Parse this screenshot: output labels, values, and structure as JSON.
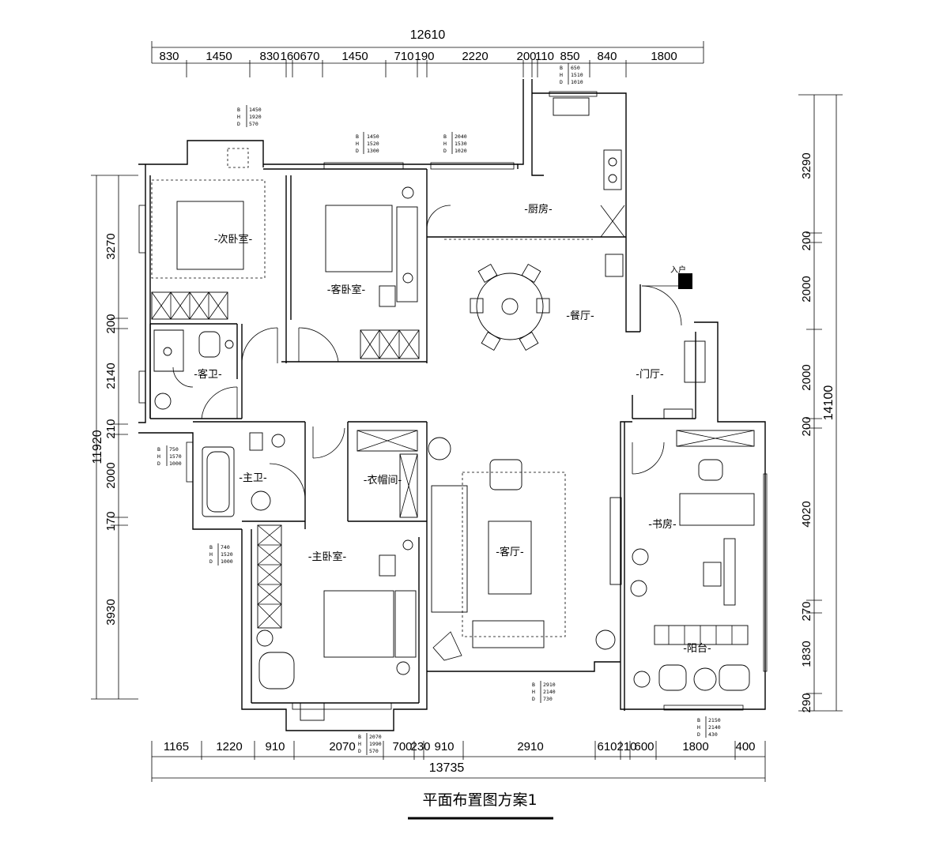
{
  "title": "平面布置图方案1",
  "entrance_label": "入户",
  "rooms": {
    "second_bedroom": "-次卧室-",
    "guest_bedroom": "-客卧室-",
    "kitchen": "-厨房-",
    "dining": "-餐厅-",
    "guest_bath": "-客卫-",
    "foyer": "-门厅-",
    "master_bath": "-主卫-",
    "closet": "-衣帽间-",
    "living": "-客厅-",
    "study": "-书房-",
    "master_bedroom": "-主卧室-",
    "balcony": "-阳台-"
  },
  "dimensions": {
    "top_total": "12610",
    "top": [
      "830",
      "1450",
      "830",
      "160",
      "670",
      "1450",
      "710",
      "190",
      "2220",
      "200",
      "110",
      "850",
      "840",
      "1800"
    ],
    "bottom_total": "13735",
    "bottom": [
      "1165",
      "1220",
      "910",
      "2070",
      "700",
      "230",
      "910",
      "2910",
      "610",
      "210",
      "600",
      "1800",
      "400"
    ],
    "left_total": "11920",
    "left": [
      "3270",
      "200",
      "2140",
      "210",
      "2000",
      "170",
      "3930"
    ],
    "right_total": "14100",
    "right": [
      "3290",
      "200",
      "2000",
      "2000",
      "200",
      "4020",
      "270",
      "1830",
      "290"
    ]
  },
  "window_specs": [
    {
      "B": "1450",
      "H": "1920",
      "D": "570"
    },
    {
      "B": "1450",
      "H": "1520",
      "D": "1300"
    },
    {
      "B": "2040",
      "H": "1530",
      "D": "1020"
    },
    {
      "B": "650",
      "H": "1510",
      "D": "1010"
    },
    {
      "B": "750",
      "H": "1570",
      "D": "1000"
    },
    {
      "B": "740",
      "H": "1520",
      "D": "1000"
    },
    {
      "B": "2070",
      "H": "1990",
      "D": "570"
    },
    {
      "B": "2910",
      "H": "2140",
      "D": "730"
    },
    {
      "B": "2150",
      "H": "2140",
      "D": "430"
    }
  ]
}
